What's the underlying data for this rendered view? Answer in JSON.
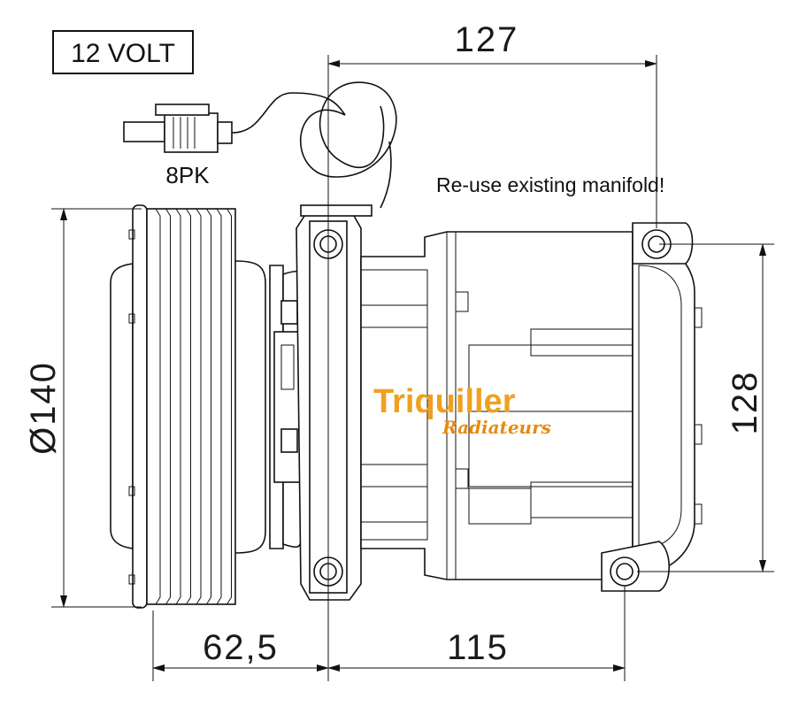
{
  "voltage_label": "12 VOLT",
  "connector_label": "8PK",
  "note": "Re-use existing manifold!",
  "dimensions": {
    "top_width": "127",
    "height": "128",
    "diameter": "Ø140",
    "pulley_offset": "62,5",
    "bottom_width": "115"
  },
  "watermark": {
    "line1": "Triquiller",
    "line2": "Radiateurs"
  },
  "colors": {
    "line": "#111111",
    "watermark_primary": "#f0a020",
    "watermark_secondary": "#e88a10"
  }
}
